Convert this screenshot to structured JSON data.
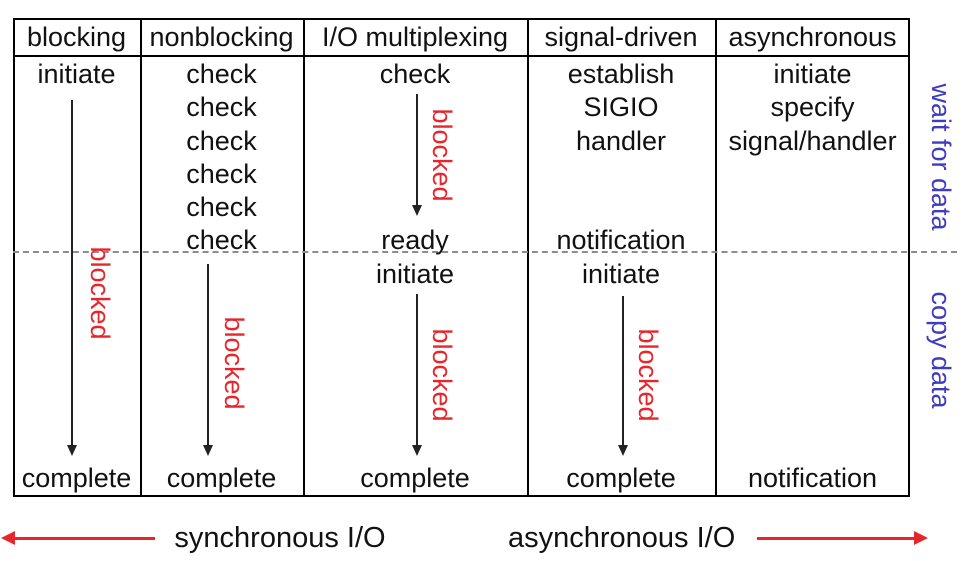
{
  "columns": [
    {
      "header": "blocking",
      "rows": {
        "r1": "initiate",
        "bottom": "complete"
      },
      "blocked": "blocked"
    },
    {
      "header": "nonblocking",
      "rows": {
        "r1": "check",
        "r2": "check",
        "r3": "check",
        "r4": "check",
        "r5": "check",
        "r6": "check",
        "bottom": "complete"
      },
      "blocked": "blocked"
    },
    {
      "header": "I/O multiplexing",
      "rows": {
        "r1": "check",
        "r6": "ready",
        "r7": "initiate",
        "bottom": "complete"
      },
      "blocked_top": "blocked",
      "blocked_bottom": "blocked"
    },
    {
      "header": "signal-driven",
      "rows": {
        "r1": "establish",
        "r2": "SIGIO",
        "r3": "handler",
        "r6": "notification",
        "r7": "initiate",
        "bottom": "complete"
      },
      "blocked": "blocked"
    },
    {
      "header": "asynchronous",
      "rows": {
        "r1": "initiate",
        "r2": "specify",
        "r3": "signal/handler",
        "bottom": "notification"
      }
    }
  ],
  "phase_labels": {
    "wait": "wait for data",
    "copy": "copy data"
  },
  "footer": {
    "sync": "synchronous I/O",
    "async": "asynchronous I/O"
  },
  "colors": {
    "red": "#e6262b",
    "blue": "#3f3cbf",
    "line": "#000000",
    "dash": "#8c8c8c",
    "text": "#111111"
  }
}
